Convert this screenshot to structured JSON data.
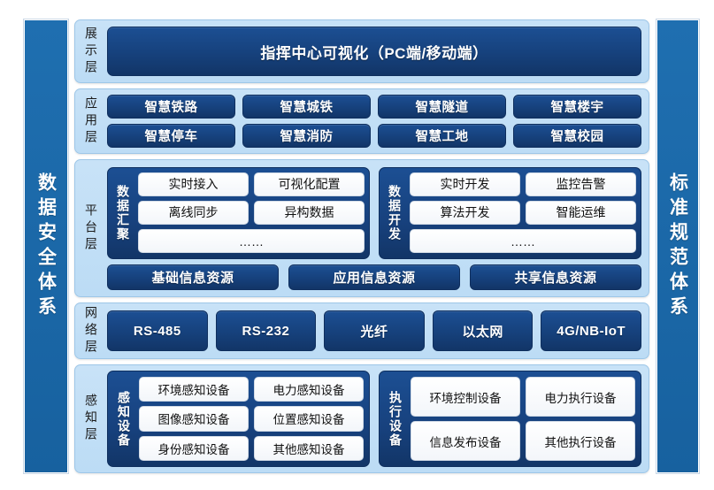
{
  "title": "智慧物联网分层架构图",
  "colors": {
    "canvas": "#ffffff",
    "page_background": "#4d6b4d",
    "side_panel": "#1b68a8",
    "layer_band": "#c8e2f7",
    "dark_chip": "#16417c",
    "white_chip": "#ffffff",
    "chip_text": "#ffffff",
    "label_text": "#1a1a1a"
  },
  "side_panels": {
    "left": {
      "label": "数据安全体系"
    },
    "right": {
      "label": "标准规范体系"
    }
  },
  "layers": [
    {
      "id": "presentation",
      "label": "展示层",
      "banner": "指挥中心可视化（PC端/移动端）"
    },
    {
      "id": "application",
      "label": "应用层",
      "rows": [
        [
          "智慧铁路",
          "智慧城铁",
          "智慧隧道",
          "智慧楼宇"
        ],
        [
          "智慧停车",
          "智慧消防",
          "智慧工地",
          "智慧校园"
        ]
      ]
    },
    {
      "id": "platform",
      "label": "平台层",
      "groups": [
        {
          "title": "数据汇聚",
          "rows": [
            [
              "实时接入",
              "可视化配置"
            ],
            [
              "离线同步",
              "异构数据"
            ],
            [
              "……"
            ]
          ]
        },
        {
          "title": "数据开发",
          "rows": [
            [
              "实时开发",
              "监控告警"
            ],
            [
              "算法开发",
              "智能运维"
            ],
            [
              "……"
            ]
          ]
        }
      ],
      "resources": [
        "基础信息资源",
        "应用信息资源",
        "共享信息资源"
      ]
    },
    {
      "id": "network",
      "label": "网络层",
      "items": [
        "RS-485",
        "RS-232",
        "光纤",
        "以太网",
        "4G/NB-IoT"
      ]
    },
    {
      "id": "perception",
      "label": "感知层",
      "groups": [
        {
          "title": "感知设备",
          "rows": [
            [
              "环境感知设备",
              "电力感知设备"
            ],
            [
              "图像感知设备",
              "位置感知设备"
            ],
            [
              "身份感知设备",
              "其他感知设备"
            ]
          ]
        },
        {
          "title": "执行设备",
          "rows": [
            [
              "环境控制设备",
              "电力执行设备"
            ],
            [
              "信息发布设备",
              "其他执行设备"
            ]
          ]
        }
      ]
    }
  ]
}
